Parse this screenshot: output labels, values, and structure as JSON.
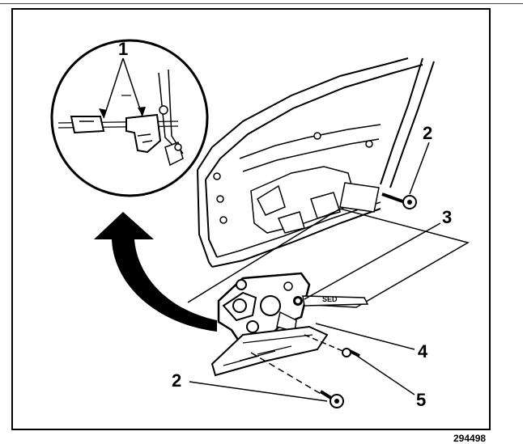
{
  "figure": {
    "callouts": {
      "c1": "1",
      "c2_top": "2",
      "c3": "3",
      "c4": "4",
      "c2_bottom": "2",
      "c5": "5"
    },
    "sed_label": "SED",
    "figure_number": "294498"
  },
  "colors": {
    "ink": "#000000",
    "paper": "#ffffff",
    "shade": "#bdbdbd"
  }
}
